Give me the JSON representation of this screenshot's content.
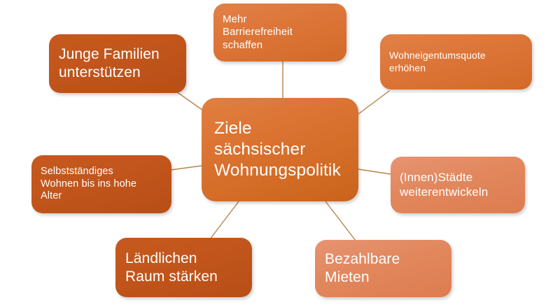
{
  "diagram": {
    "title": "Ziele sächsischer Wohnungspolitik",
    "type": "radial-mind-map",
    "background_color": "#ffffff",
    "connector_color": "#b5844b",
    "center": {
      "id": "center",
      "label": "Ziele\nsächsischer\nWohnungspolitik",
      "color": "#d2691e",
      "text_color": "#ffffff"
    },
    "nodes": [
      {
        "id": "junge-familien",
        "label": "Junge Familien\nunterstützen",
        "color": "#c1551b",
        "text_color": "#ffffff",
        "position": "top-left"
      },
      {
        "id": "barrierefreiheit",
        "label": "Mehr\nBarrierefreiheit\nschaffen",
        "color": "#dd7639",
        "text_color": "#ffffff",
        "position": "top-center"
      },
      {
        "id": "wohneigentumsquote",
        "label": "Wohneigentumsquote\nerhöhen",
        "color": "#dd7639",
        "text_color": "#ffffff",
        "position": "top-right"
      },
      {
        "id": "innenstaedte",
        "label": "(Innen)Städte\nweiterentwickeln",
        "color": "#e2875d",
        "text_color": "#ffffff",
        "position": "right"
      },
      {
        "id": "bezahlbare-mieten",
        "label": "Bezahlbare\nMieten",
        "color": "#e2875d",
        "text_color": "#ffffff",
        "position": "bottom-right"
      },
      {
        "id": "laendlichen-raum",
        "label": "Ländlichen\nRaum stärken",
        "color": "#c1551b",
        "text_color": "#ffffff",
        "position": "bottom-left"
      },
      {
        "id": "selbststaendiges-wohnen",
        "label": "Selbstständiges\nWohnen bis ins hohe\nAlter",
        "color": "#c1551b",
        "text_color": "#ffffff",
        "position": "left"
      }
    ]
  }
}
